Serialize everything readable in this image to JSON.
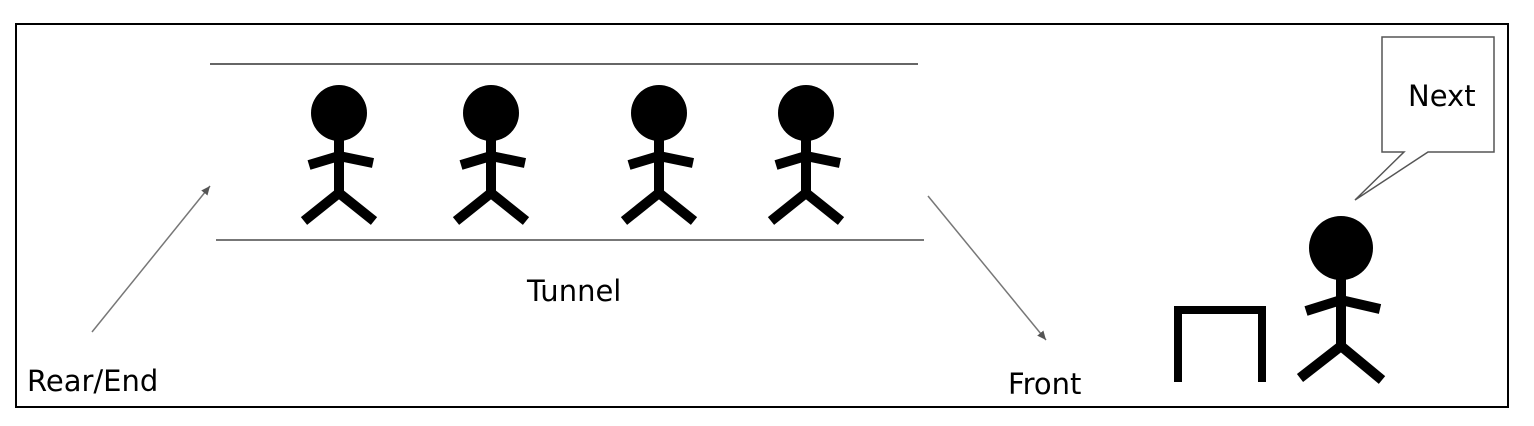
{
  "labels": {
    "rear": "Rear/End",
    "tunnel": "Tunnel",
    "front": "Front",
    "next": "Next"
  },
  "colors": {
    "figure": "#000000",
    "tunnel_line": "#555555",
    "arrow": "#666666"
  }
}
